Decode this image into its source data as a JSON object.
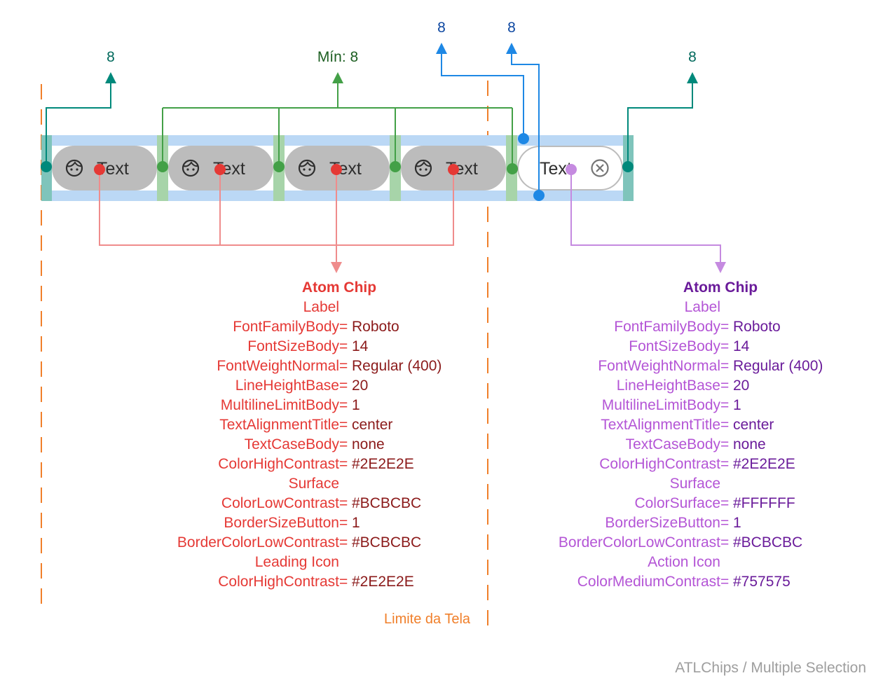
{
  "spacing_labels": {
    "left_edge": "8",
    "between_chips": "Mín: 8",
    "vertical_top": "8",
    "vertical_bottom": "8",
    "right_edge": "8"
  },
  "chips": {
    "filled_label": "Text",
    "outlined_label": "Text",
    "filled_icon": "face-icon",
    "outlined_icon": "close-circle-icon"
  },
  "spec_filled": {
    "title": "Atom Chip",
    "label_section": "Label",
    "label_rows": [
      {
        "key": "FontFamilyBody",
        "value": "Roboto"
      },
      {
        "key": "FontSizeBody",
        "value": "14"
      },
      {
        "key": "FontWeightNormal",
        "value": "Regular (400)"
      },
      {
        "key": "LineHeightBase",
        "value": "20"
      },
      {
        "key": "MultilineLimitBody",
        "value": "1"
      },
      {
        "key": "TextAlignmentTitle",
        "value": "center"
      },
      {
        "key": "TextCaseBody",
        "value": "none"
      },
      {
        "key": "ColorHighContrast",
        "value": "#2E2E2E"
      }
    ],
    "surface_section": "Surface",
    "surface_rows": [
      {
        "key": "ColorLowContrast",
        "value": "#BCBCBC"
      },
      {
        "key": "BorderSizeButton",
        "value": "1"
      },
      {
        "key": "BorderColorLowContrast",
        "value": "#BCBCBC"
      }
    ],
    "icon_section": "Leading Icon",
    "icon_rows": [
      {
        "key": "ColorHighContrast",
        "value": "#2E2E2E"
      }
    ]
  },
  "spec_outlined": {
    "title": "Atom Chip",
    "label_section": "Label",
    "label_rows": [
      {
        "key": "FontFamilyBody",
        "value": "Roboto"
      },
      {
        "key": "FontSizeBody",
        "value": "14"
      },
      {
        "key": "FontWeightNormal",
        "value": "Regular (400)"
      },
      {
        "key": "LineHeightBase",
        "value": "20"
      },
      {
        "key": "MultilineLimitBody",
        "value": "1"
      },
      {
        "key": "TextAlignmentTitle",
        "value": "center"
      },
      {
        "key": "TextCaseBody",
        "value": "none"
      },
      {
        "key": "ColorHighContrast",
        "value": "#2E2E2E"
      }
    ],
    "surface_section": "Surface",
    "surface_rows": [
      {
        "key": "ColorSurface",
        "value": "#FFFFFF"
      },
      {
        "key": "BorderSizeButton",
        "value": "1"
      },
      {
        "key": "BorderColorLowContrast",
        "value": "#BCBCBC"
      }
    ],
    "icon_section": "Action Icon",
    "icon_rows": [
      {
        "key": "ColorMediumContrast",
        "value": "#757575"
      }
    ]
  },
  "screen_limit": "Limite da Tela",
  "footer": "ATLChips / Multiple Selection",
  "colors": {
    "chip_filled_bg": "#BCBCBC",
    "chip_text": "#2E2E2E",
    "chip_outline": "#BCBCBC",
    "action_icon": "#757575",
    "track": "#BBD8F5",
    "edge_teal": "#00897B",
    "gap_green": "#43A047",
    "vertical_blue": "#1E88E5",
    "filled_red": "#E53935",
    "outlined_purple": "#C58AE0",
    "screen_limit_orange": "#F07F2A"
  }
}
